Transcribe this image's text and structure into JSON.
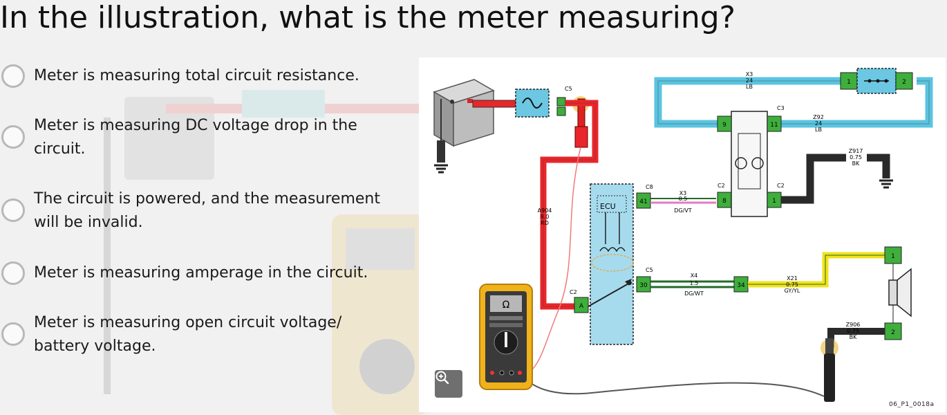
{
  "question": "In the illustration, what is the meter measuring?",
  "options": [
    {
      "line1": "Meter is measuring total circuit resistance.",
      "line2": ""
    },
    {
      "line1": "Meter is measuring DC voltage drop in the",
      "line2": "circuit."
    },
    {
      "line1": "The circuit is powered, and the measurement",
      "line2": "will be invalid."
    },
    {
      "line1": "Meter is measuring amperage in the circuit.",
      "line2": ""
    },
    {
      "line1": "Meter is measuring open circuit voltage/",
      "line2": "battery voltage."
    }
  ],
  "figure": {
    "code": "06_P1_0018a",
    "zoom_icon": "zoom-in-icon",
    "labels": {
      "c5_top": "C5",
      "x3_top": [
        "X3",
        "24",
        "LB"
      ],
      "c3": "C3",
      "z92": [
        "Z92",
        "24",
        "LB"
      ],
      "z917": [
        "Z917",
        "0.75",
        "BK"
      ],
      "c8": "C8",
      "x3_mid": [
        "X3",
        "0.5",
        "DG/VT"
      ],
      "c2_mid": "C2",
      "c2_right": "C2",
      "a904": [
        "A904",
        "8.0",
        "RD"
      ],
      "ecu": "ECU",
      "c5_mid": "C5",
      "c2_left": "C2",
      "x4": [
        "X4",
        "1.5",
        "DG/WT"
      ],
      "x21": [
        "X21",
        "0.75",
        "GY/YL"
      ],
      "z906": [
        "Z906",
        "0.75",
        "BK"
      ],
      "meter_display": "Ω"
    },
    "pins": {
      "p1_top": "1",
      "p2_top": "2",
      "p9": "9",
      "p11": "11",
      "p41": "41",
      "p8": "8",
      "p1_c2": "1",
      "p30": "30",
      "p34": "34",
      "pA": "A",
      "p1_spk": "1",
      "p2_spk": "2"
    }
  },
  "colors": {
    "wire_red": "#e8262b",
    "wire_blue": "#5bc4e0",
    "wire_black": "#2a2a2a",
    "wire_yellow": "#f2e21c",
    "wire_green": "#1f6b2a",
    "wire_pink": "#e37bc2",
    "connector_green": "#3fae3c",
    "meter_yellow": "#f0b21a"
  }
}
